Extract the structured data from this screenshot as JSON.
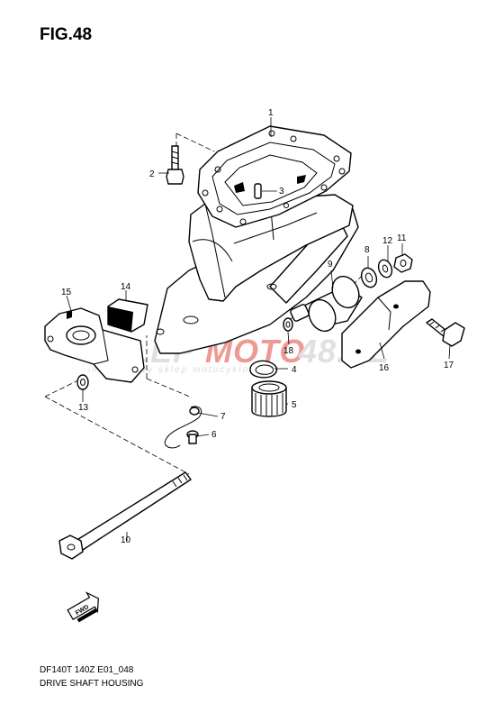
{
  "title": "FIG.48",
  "footer": {
    "code": "DF140T 140Z E01_048",
    "name": "DRIVE SHAFT HOUSING"
  },
  "watermark": {
    "brand_left": "SKLEP",
    "brand_mid": "MOTO",
    "brand_right": "48.PL",
    "tagline": "internetowy sklep motocyklowy"
  },
  "callouts": [
    "1",
    "2",
    "3",
    "4",
    "5",
    "6",
    "7",
    "8",
    "9",
    "10",
    "11",
    "12",
    "13",
    "14",
    "15",
    "16",
    "17",
    "18"
  ],
  "fwd_label": "FWD",
  "colors": {
    "watermark_grey": "#c8c8c8",
    "watermark_red": "#e0483a",
    "ink": "#000000"
  }
}
